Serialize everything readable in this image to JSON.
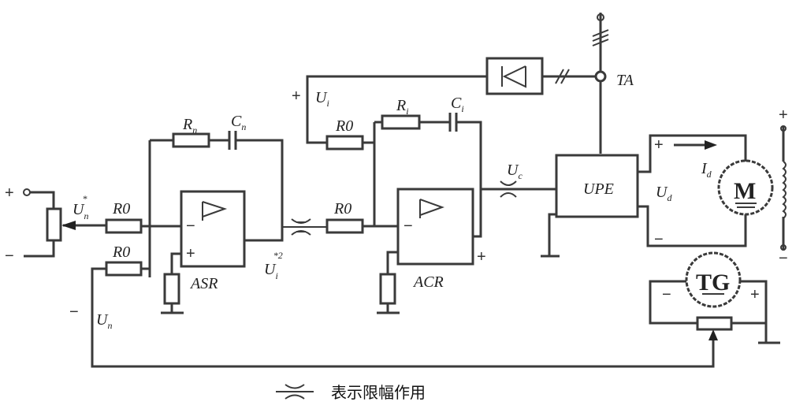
{
  "labels": {
    "un_star": "U",
    "un_star_sub": "n",
    "un_star_sup": "*",
    "r0_in": "R",
    "r0_sub": "0",
    "r0_fb": "R",
    "rn": "R",
    "rn_sub": "n",
    "cn": "C",
    "cn_sub": "n",
    "asr": "ASR",
    "ui_star": "U",
    "ui_star_sub": "i",
    "ui_star_sup": "*2",
    "un": "U",
    "un_sub": "n",
    "ui": "U",
    "ui_sub": "i",
    "r0_ui": "R",
    "ri": "R",
    "ri_sub": "i",
    "ci": "C",
    "ci_sub": "i",
    "r0_acr": "R",
    "acr": "ACR",
    "uc": "U",
    "uc_sub": "c",
    "upe": "UPE",
    "ta": "TA",
    "ud": "U",
    "ud_sub": "d",
    "id": "I",
    "id_sub": "d",
    "motor": "M",
    "tg": "TG",
    "plus": "+",
    "minus": "−"
  },
  "legend": {
    "text": "表示限幅作用"
  }
}
